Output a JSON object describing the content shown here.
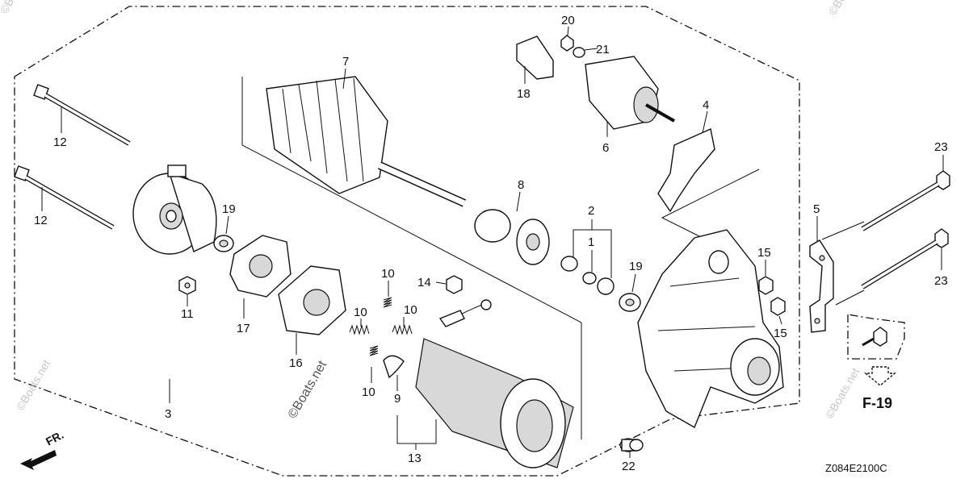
{
  "diagram": {
    "code": "Z084E2100C",
    "reference": "F-19",
    "direction": "FR.",
    "watermark": "©Boats.net",
    "callouts": [
      {
        "id": "c1",
        "text": "1"
      },
      {
        "id": "c2",
        "text": "2"
      },
      {
        "id": "c3",
        "text": "3"
      },
      {
        "id": "c4",
        "text": "4"
      },
      {
        "id": "c5",
        "text": "5"
      },
      {
        "id": "c6",
        "text": "6"
      },
      {
        "id": "c7",
        "text": "7"
      },
      {
        "id": "c8",
        "text": "8"
      },
      {
        "id": "c9",
        "text": "9"
      },
      {
        "id": "c10a",
        "text": "10"
      },
      {
        "id": "c10b",
        "text": "10"
      },
      {
        "id": "c10c",
        "text": "10"
      },
      {
        "id": "c10d",
        "text": "10"
      },
      {
        "id": "c11",
        "text": "11"
      },
      {
        "id": "c12a",
        "text": "12"
      },
      {
        "id": "c12b",
        "text": "12"
      },
      {
        "id": "c13",
        "text": "13"
      },
      {
        "id": "c14",
        "text": "14"
      },
      {
        "id": "c15a",
        "text": "15"
      },
      {
        "id": "c15b",
        "text": "15"
      },
      {
        "id": "c16",
        "text": "16"
      },
      {
        "id": "c17",
        "text": "17"
      },
      {
        "id": "c18",
        "text": "18"
      },
      {
        "id": "c19a",
        "text": "19"
      },
      {
        "id": "c19b",
        "text": "19"
      },
      {
        "id": "c20",
        "text": "20"
      },
      {
        "id": "c21",
        "text": "21"
      },
      {
        "id": "c22",
        "text": "22"
      },
      {
        "id": "c23a",
        "text": "23"
      },
      {
        "id": "c23b",
        "text": "23"
      }
    ]
  }
}
